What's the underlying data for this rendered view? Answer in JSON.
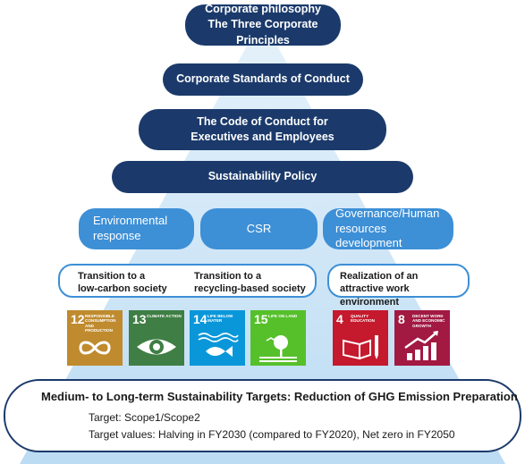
{
  "pyramid": {
    "level1": [
      "Corporate philosophy",
      "The Three Corporate Principles"
    ],
    "level2": "Corporate Standards of Conduct",
    "level3": [
      "The Code of Conduct for",
      "Executives and Employees"
    ],
    "level4": "Sustainability Policy"
  },
  "pillars": {
    "environmental": [
      "Environmental",
      "response"
    ],
    "csr": "CSR",
    "governance": [
      "Governance/Human",
      "resources development"
    ]
  },
  "themes": {
    "low_carbon": [
      "Transition to a",
      "low-carbon society"
    ],
    "recycling": [
      "Transition to a",
      "recycling-based society"
    ],
    "work_env": [
      "Realization of an",
      "attractive work environment"
    ]
  },
  "sdgs": [
    {
      "num": "12",
      "label": "Responsible consumption and production",
      "color": "#bf8b2e",
      "icon": "infinity-icon"
    },
    {
      "num": "13",
      "label": "Climate action",
      "color": "#3f7e44",
      "icon": "eye-earth-icon"
    },
    {
      "num": "14",
      "label": "Life below water",
      "color": "#0a97d9",
      "icon": "fish-icon"
    },
    {
      "num": "15",
      "label": "Life on land",
      "color": "#56c02b",
      "icon": "tree-bird-icon"
    },
    {
      "num": "4",
      "label": "Quality education",
      "color": "#c5192d",
      "icon": "book-pencil-icon"
    },
    {
      "num": "8",
      "label": "Decent work and economic growth",
      "color": "#a21942",
      "icon": "growth-chart-icon"
    }
  ],
  "targets": {
    "title": "Medium- to Long-term Sustainability Targets: Reduction of GHG Emission Preparation",
    "target": "Target: Scope1/Scope2",
    "values": "Target values: Halving in FY2030 (compared to FY2020), Net zero in FY2050"
  },
  "colors": {
    "navy": "#1b3a6b",
    "blue": "#3d8fd6",
    "pyramid": "#cfe6f7"
  }
}
